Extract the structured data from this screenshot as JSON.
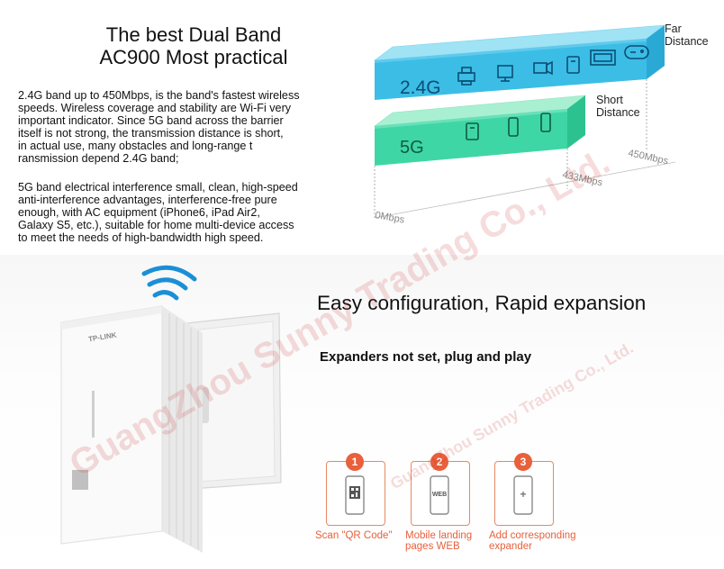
{
  "headline": {
    "line1": "The best Dual Band",
    "line2": "AC900 Most practical"
  },
  "paragraphs": {
    "band24": "2.4G band up to 450Mbps, is the band's fastest wireless\nspeeds. Wireless coverage and stability are Wi-Fi very\nimportant indicator. Since 5G band across the barrier\nitself is not strong, the transmission distance is short,\nin actual use, many obstacles and long-range t\nransmission depend 2.4G band;",
    "band5": "5G band electrical interference small, clean, high-speed\nanti-interference advantages, interference-free pure\nenough, with AC equipment (iPhone6, iPad Air2,\nGalaxy S5, etc.), suitable for home multi-device access\nto meet the needs of high-bandwidth high speed."
  },
  "diagram": {
    "band_24_label": "2.4G",
    "band_5_label": "5G",
    "far_distance": "Far\nDistance",
    "short_distance": "Short\nDistance",
    "speed_0": "0Mbps",
    "speed_433": "433Mbps",
    "speed_450": "450Mbps",
    "colors": {
      "band24_top": "#9fe3f5",
      "band24_front": "#3bbde6",
      "band5_top": "#a9f0d2",
      "band5_front": "#3fd6a5"
    },
    "devices_24": [
      "printer-icon",
      "monitor-icon",
      "camera-icon",
      "tablet-icon",
      "game-console-icon",
      "gamepad-icon"
    ],
    "devices_5": [
      "tablet-icon",
      "phone-icon",
      "phone-icon"
    ]
  },
  "hero": {
    "brand": "TP-LINK",
    "headline": "Easy configuration, Rapid expansion",
    "subheadline": "Expanders not set, plug and play"
  },
  "steps": [
    {
      "number": "1",
      "label": "Scan \"QR Code\"",
      "icon": "qr-phone-icon"
    },
    {
      "number": "2",
      "label": "Mobile landing\npages WEB",
      "icon": "web-phone-icon",
      "screen_text": "WEB"
    },
    {
      "number": "3",
      "label": "Add corresponding\nexpander",
      "icon": "plus-phone-icon",
      "screen_text": "+"
    }
  ],
  "watermark": {
    "text": "GuangZhou Sunny Trading Co., Ltd."
  }
}
